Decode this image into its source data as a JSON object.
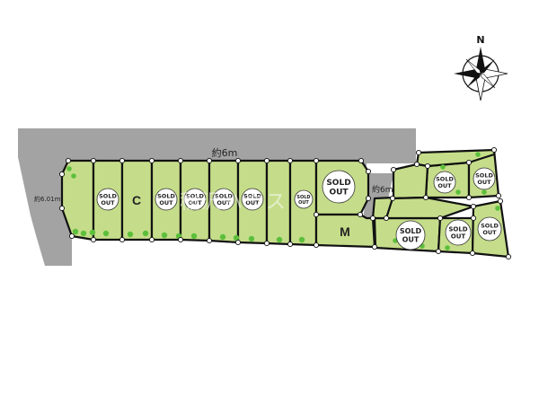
{
  "compass": {
    "north_label": "N"
  },
  "roads": {
    "main_label": "約6m",
    "side_label": "約6m",
    "left_label": "約6.01m"
  },
  "lots": [
    {
      "id": "lot-1",
      "label": "",
      "sold_out": false
    },
    {
      "id": "lot-2",
      "label": "SOLD\nOUT",
      "sold_out": true
    },
    {
      "id": "lot-3",
      "label": "C",
      "sold_out": false
    },
    {
      "id": "lot-4",
      "label": "SOLD\nOUT",
      "sold_out": true
    },
    {
      "id": "lot-5",
      "label": "SOLD\nOUT",
      "sold_out": true
    },
    {
      "id": "lot-6",
      "label": "SOLD\nOUT",
      "sold_out": true
    },
    {
      "id": "lot-7",
      "label": "SOLD\nOUT",
      "sold_out": true
    },
    {
      "id": "lot-8",
      "label": "",
      "sold_out": false
    },
    {
      "id": "lot-9",
      "label": "SOLD\nOUT",
      "sold_out": true
    },
    {
      "id": "lot-10",
      "label": "SOLD\nOUT",
      "sold_out": true
    },
    {
      "id": "lot-11",
      "label": "M",
      "sold_out": false
    },
    {
      "id": "lot-12",
      "label": "SOLD\nOUT",
      "sold_out": true
    },
    {
      "id": "lot-13",
      "label": "SOLD\nOUT",
      "sold_out": true
    },
    {
      "id": "lot-14",
      "label": "SOLD\nOUT",
      "sold_out": true
    },
    {
      "id": "lot-15",
      "label": "SOLD\nOUT",
      "sold_out": true
    },
    {
      "id": "lot-16",
      "label": "SOLD\nOUT",
      "sold_out": true
    },
    {
      "id": "lot-17",
      "label": "",
      "sold_out": false
    },
    {
      "id": "lot-18",
      "label": "",
      "sold_out": false
    }
  ],
  "watermark": "稲沢ハウス",
  "colors": {
    "lot": "#c5dd8a",
    "road": "#a3a3a3",
    "border": "#111111",
    "tree": "#5cbf3b"
  }
}
